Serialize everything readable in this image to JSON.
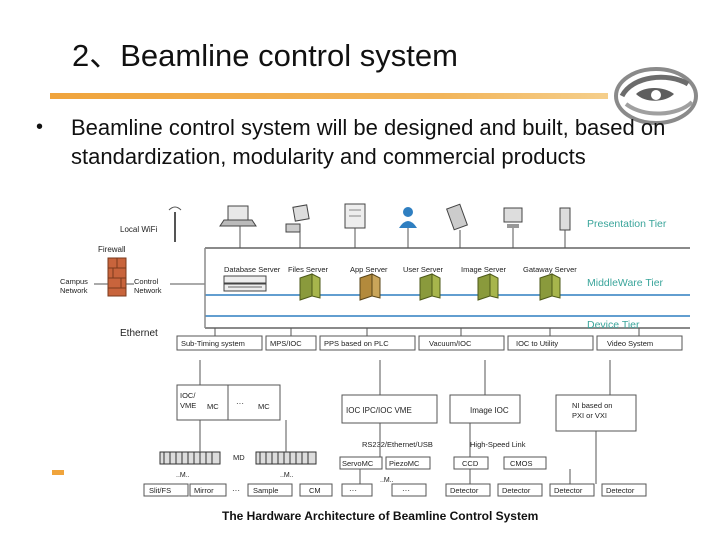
{
  "slide": {
    "title": "2、Beamline control system",
    "bullet": "Beamline control system will be designed and built, based on standardization, modularity and commercial products"
  },
  "diagram": {
    "tiers": {
      "presentation": "Presentation Tier",
      "middleware": "MiddleWare Tier",
      "device": "Device Tier"
    },
    "left": {
      "wifi": "Local WiFi",
      "firewall": "Firewall",
      "campus": "Campus Network",
      "campus_l1": "Campus",
      "campus_l2": "Network",
      "control_l1": "Control",
      "control_l2": "Network",
      "ethernet": "Ethernet"
    },
    "servers": [
      "Database Server",
      "Files Server",
      "App Server",
      "User Server",
      "Image Server",
      "Gataway Server"
    ],
    "device_boxes": [
      "Sub-Timing system",
      "MPS/IOC",
      "PPS based on PLC",
      "Vacuum/IOC",
      "IOC to Utility",
      "Video System"
    ],
    "lower": {
      "ioc_vme_1": "IOC/",
      "ioc_vme_2": "VME",
      "mc": "MC",
      "dots": "···",
      "md": "MD",
      "m": "..M..",
      "ioc_mid": "IOC  IPC/IOC  VME",
      "image_ioc": "Image IOC",
      "ni_1": "NI based on",
      "ni_2": "PXI or VXI",
      "rs232": "RS232/Ethernet/USB",
      "highspeed": "High-Speed Link",
      "servo": "ServoMC",
      "piezo": "PiezoMC",
      "ccd": "CCD",
      "cmos": "CMOS",
      "slit": "Slit/FS",
      "mirror": "Mirror",
      "sample": "Sample",
      "cm": "CM",
      "detector": "Detector"
    },
    "caption": "The Hardware Architecture of Beamline Control System"
  },
  "colors": {
    "accent": "#f0a43c",
    "tier_text": "#3aa59b",
    "tier_band": "#2f7fc1",
    "server_green": "#8a9a3c",
    "firewall": "#c8643c"
  }
}
